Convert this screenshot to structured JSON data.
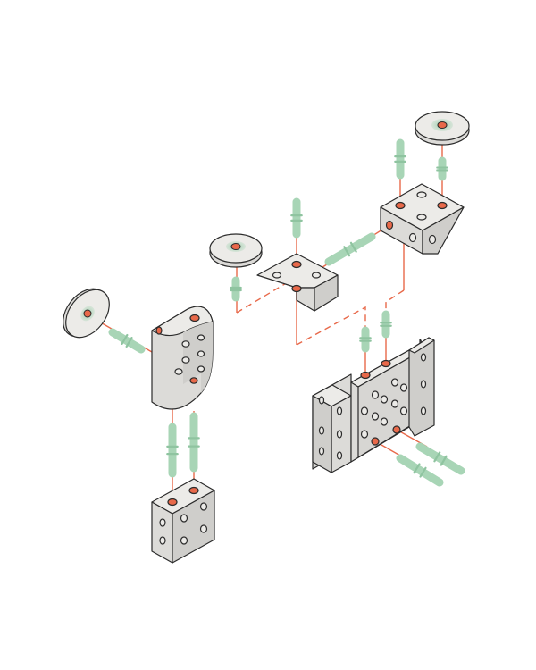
{
  "diagram": {
    "style": "isometric exploded assembly illustration",
    "colors": {
      "background": "#ffffff",
      "part_face_light": "#ecebe8",
      "part_face_mid": "#dcdbd8",
      "part_face_dark": "#cfcecb",
      "outline": "#2b2b2b",
      "hole_outline": "#2b2b2b",
      "highlight_hole": "#e8694a",
      "connector_line": "#e8694a",
      "dowel": "#a8d5b6",
      "dowel_ring": "#8fc4a0",
      "washer_glow": "#a8d5b6"
    },
    "parts": [
      {
        "name": "washer-disc-left",
        "kind": "washer"
      },
      {
        "name": "washer-disc-center",
        "kind": "washer"
      },
      {
        "name": "washer-disc-top-right",
        "kind": "washer"
      },
      {
        "name": "angled-bracket-block",
        "kind": "block"
      },
      {
        "name": "small-angle-bracket",
        "kind": "bracket"
      },
      {
        "name": "rounded-post-block",
        "kind": "block"
      },
      {
        "name": "cube-block",
        "kind": "block"
      },
      {
        "name": "large-frame-plate",
        "kind": "plate"
      }
    ],
    "dowel_count": 11
  }
}
